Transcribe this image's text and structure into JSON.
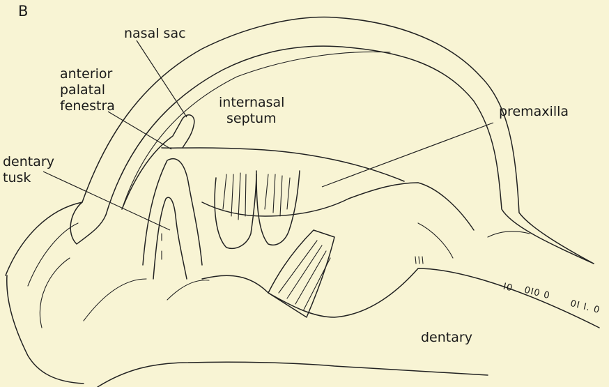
{
  "panel_letter": "B",
  "labels": {
    "nasal_sac": "nasal sac",
    "anterior_palatal_fenestra": [
      "anterior",
      "palatal",
      "fenestra"
    ],
    "internasal_septum": [
      "internasal",
      "septum"
    ],
    "premaxilla": "premaxilla",
    "dentary_tusk": [
      "dentary",
      "tusk"
    ],
    "dentary": "dentary"
  },
  "dentary_marks": [
    "I0",
    "0I0 0",
    "0I I. 0"
  ]
}
